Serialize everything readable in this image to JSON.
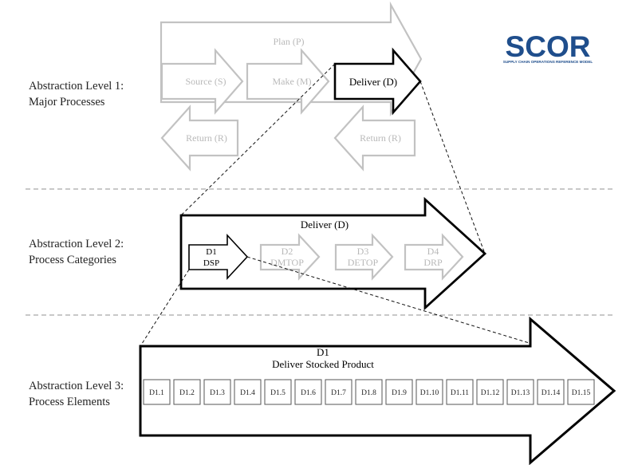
{
  "logo": {
    "name": "SCOR",
    "tagline": "SUPPLY CHAIN OPERATIONS REFERENCE MODEL",
    "color": "#1f4e8c"
  },
  "levels": [
    {
      "line1": "Abstraction Level 1:",
      "line2": "Major Processes"
    },
    {
      "line1": "Abstraction Level 2:",
      "line2": "Process Categories"
    },
    {
      "line1": "Abstraction Level 3:",
      "line2": "Process Elements"
    }
  ],
  "level1": {
    "plan": "Plan (P)",
    "source": "Source (S)",
    "make": "Make (M)",
    "deliver": "Deliver (D)",
    "return_left": "Return (R)",
    "return_right": "Return (R)"
  },
  "level2": {
    "title": "Deliver (D)",
    "categories": [
      {
        "code": "D1",
        "name": "DSP",
        "highlighted": true
      },
      {
        "code": "D2",
        "name": "DMTOP",
        "highlighted": false
      },
      {
        "code": "D3",
        "name": "DETOP",
        "highlighted": false
      },
      {
        "code": "D4",
        "name": "DRP",
        "highlighted": false
      }
    ]
  },
  "level3": {
    "code": "D1",
    "title": "Deliver Stocked Product",
    "elements": [
      "D1.1",
      "D1.2",
      "D1.3",
      "D1.4",
      "D1.5",
      "D1.6",
      "D1.7",
      "D1.8",
      "D1.9",
      "D1.10",
      "D1.11",
      "D1.12",
      "D1.13",
      "D1.14",
      "D1.15"
    ]
  }
}
